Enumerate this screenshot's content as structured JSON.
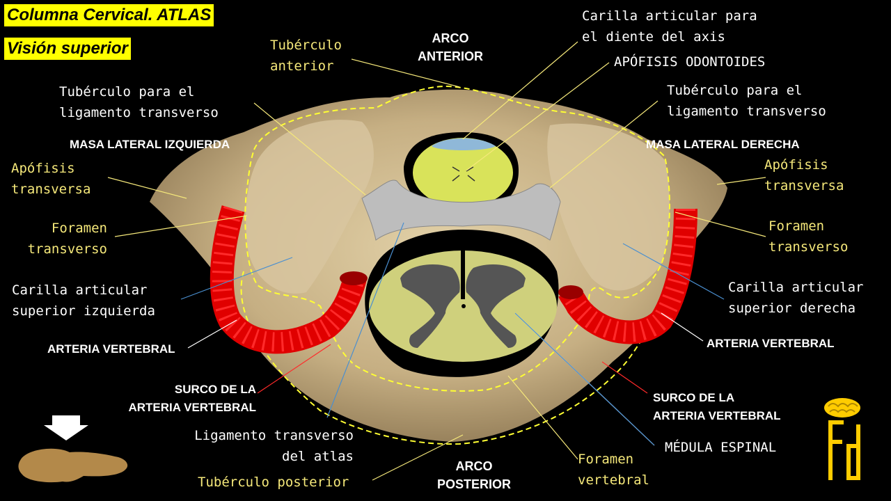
{
  "title": {
    "line1": "Columna Cervical. ATLAS",
    "line2": "Visión superior"
  },
  "labels": {
    "arco_anterior": "ARCO\nANTERIOR",
    "tuberculo_anterior": "Tubérculo\nanterior",
    "carilla_diente": "Carilla articular para\nel diente del axis",
    "apofisis_odontoides": "APÓFISIS ODONTOIDES",
    "tuberculo_lig_izq": "Tubérculo para el\nligamento transverso",
    "tuberculo_lig_der": "Tubérculo para el\nligamento transverso",
    "masa_lateral_izq": "MASA LATERAL IZQUIERDA",
    "masa_lateral_der": "MASA LATERAL DERECHA",
    "apofisis_transversa_izq": "Apófisis\ntransversa",
    "apofisis_transversa_der": "Apófisis\ntransversa",
    "foramen_transverso_izq": "Foramen\ntransverso",
    "foramen_transverso_der": "Foramen\ntransverso",
    "carilla_superior_izq": "Carilla articular\nsuperior izquierda",
    "carilla_superior_der": "Carilla articular\nsuperior derecha",
    "arteria_vertebral_izq": "ARTERIA VERTEBRAL",
    "arteria_vertebral_der": "ARTERIA VERTEBRAL",
    "surco_izq": "SURCO DE LA\nARTERIA VERTEBRAL",
    "surco_der": "SURCO DE LA\nARTERIA VERTEBRAL",
    "ligamento_transverso": "Ligamento transverso\ndel atlas",
    "medula_espinal": "MÉDULA ESPINAL",
    "tuberculo_posterior": "Tubérculo posterior",
    "arco_posterior": "ARCO\nPOSTERIOR",
    "foramen_vertebral": "Foramen\nvertebral"
  },
  "logo": {
    "letters": "Fd",
    "color": "#ffcc00"
  },
  "colors": {
    "bone": "#c9b48a",
    "ligament": "#bdbdbd",
    "artery": "#ff1a1a",
    "odontoid": "#d9e35a",
    "spinal_cord": "#cfd07c",
    "grey_matter": "#555555",
    "outline": "#ffff33"
  }
}
